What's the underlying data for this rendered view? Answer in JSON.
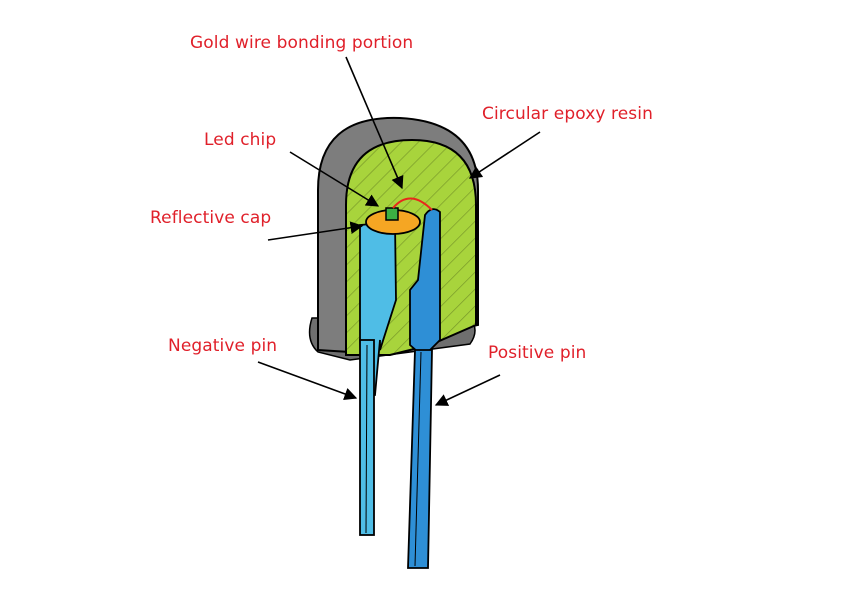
{
  "labels": {
    "gold_wire": "Gold wire bonding portion",
    "epoxy": "Circular epoxy resin",
    "led_chip": "Led chip",
    "reflective_cap": "Reflective cap",
    "negative_pin": "Negative pin",
    "positive_pin": "Positive pin"
  },
  "colors": {
    "label": "#e0202a",
    "epoxy_green": "#a8d43c",
    "shell_gray": "#7d7d7d",
    "pin_light": "#4fbde6",
    "pin_dark": "#2e8fd6",
    "cap_orange": "#f5a623",
    "chip_green": "#3cb043",
    "wire": "#e8281c"
  }
}
